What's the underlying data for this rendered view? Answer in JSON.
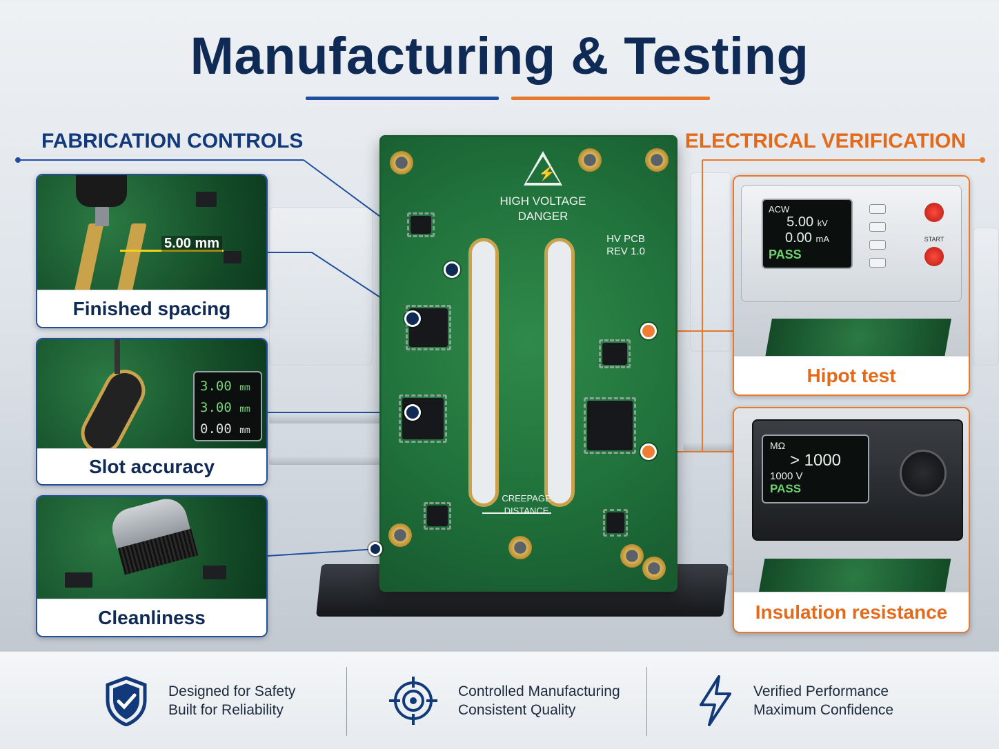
{
  "title": "Manufacturing & Testing",
  "colors": {
    "navy": "#0f2a55",
    "blue": "#1f4f9c",
    "orange": "#e46a1b",
    "pcb_green": "#1f6f3a"
  },
  "sections": {
    "fabrication": {
      "heading": "FABRICATION CONTROLS",
      "cards": [
        {
          "caption": "Finished spacing",
          "measure": "5.00 mm"
        },
        {
          "caption": "Slot accuracy",
          "readings": [
            "3.00",
            "3.00",
            "0.00"
          ],
          "unit": "mm"
        },
        {
          "caption": "Cleanliness"
        }
      ]
    },
    "electrical": {
      "heading": "ELECTRICAL VERIFICATION",
      "hipot": {
        "caption": "Hipot test",
        "mode": "ACW",
        "voltage": "5.00",
        "voltage_unit": "kV",
        "current": "0.00",
        "current_unit": "mA",
        "status": "PASS",
        "start_label": "START"
      },
      "insulation": {
        "caption": "Insulation resistance",
        "unit": "MΩ",
        "value": "> 1000",
        "test_voltage": "1000 V",
        "status": "PASS"
      }
    }
  },
  "board": {
    "warning_line1": "HIGH VOLTAGE",
    "warning_line2": "DANGER",
    "label_line1": "HV PCB",
    "label_line2": "REV 1.0",
    "creepage_line1": "CREEPAGE",
    "creepage_line2": "DISTANCE"
  },
  "footer": [
    {
      "icon": "shield-check-icon",
      "line1": "Designed for Safety",
      "line2": "Built for Reliability"
    },
    {
      "icon": "target-icon",
      "line1": "Controlled Manufacturing",
      "line2": "Consistent Quality"
    },
    {
      "icon": "lightning-icon",
      "line1": "Verified Performance",
      "line2": "Maximum Confidence"
    }
  ]
}
